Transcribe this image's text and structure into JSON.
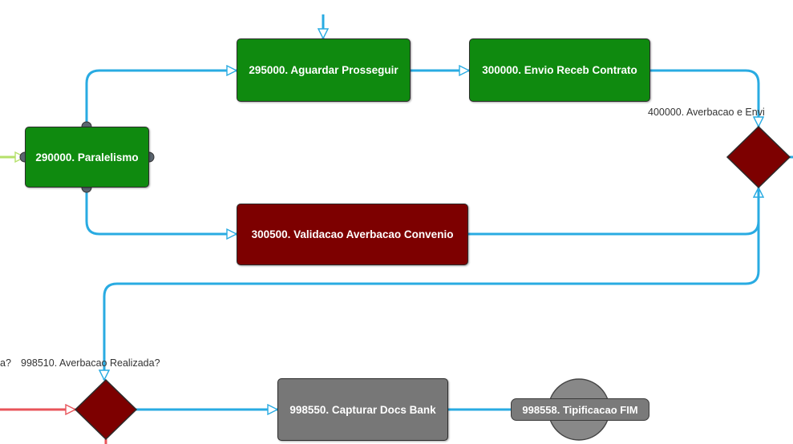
{
  "colors": {
    "edge": "#29abe2",
    "task_green": "#0f8a0f",
    "task_red": "#7d0000",
    "task_gray": "#777777",
    "gateway": "#7d0000",
    "incoming_red": "#e8545a",
    "incoming_green": "#b5e06a"
  },
  "nodes": {
    "paralelismo": "290000. Paralelismo",
    "aguardar": "295000. Aguardar Prosseguir",
    "envio": "300000. Envio Receb Contrato",
    "validacao": "300500. Validacao Averbacao Convenio",
    "capturar": "998550. Capturar Docs Bank",
    "tipificacao": "998558. Tipificacao FIM"
  },
  "labels": {
    "gateway_top": "400000. Averbacao e Envi",
    "gateway_bottom_prefix": "a?",
    "gateway_bottom": "998510. Averbacao Realizada?"
  }
}
